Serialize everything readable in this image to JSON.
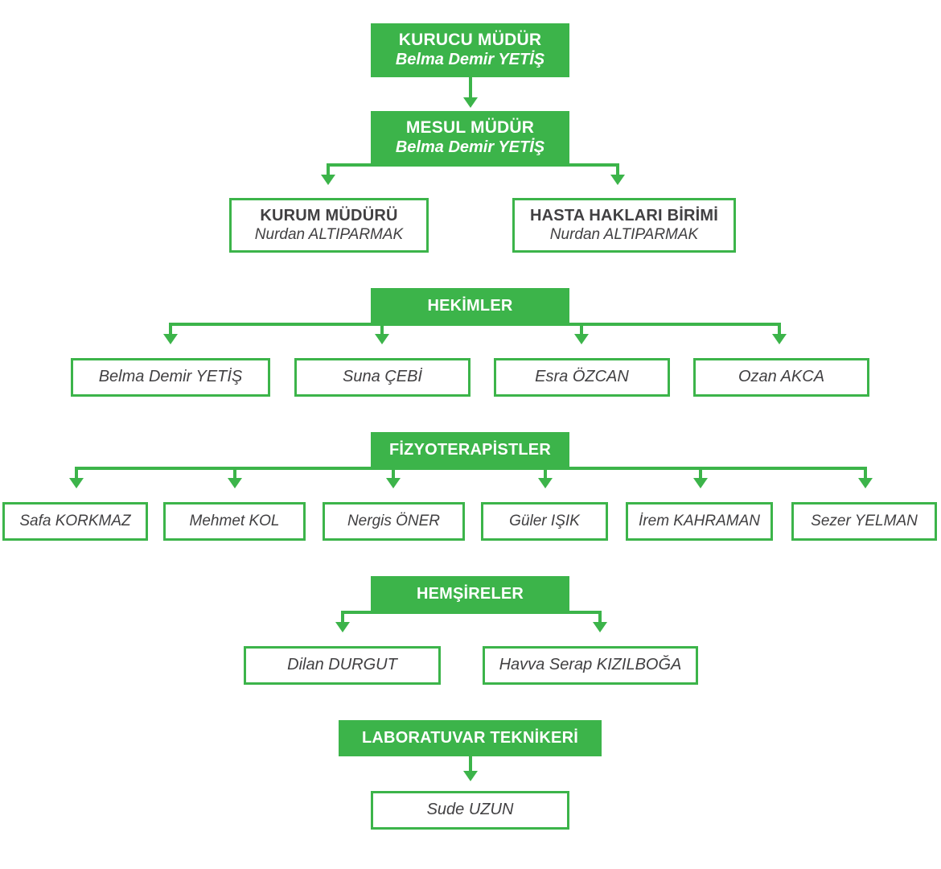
{
  "document": {
    "kind": "organization-chart",
    "language": "tr",
    "accent_color": "#3CB44A",
    "text_color": "#414042",
    "background_color": "#FFFFFF"
  },
  "levels": [
    {
      "id": "kurucu-mudur",
      "style": "filled",
      "title": "KURUCU MÜDÜR",
      "person": "Belma Demir YETİŞ"
    },
    {
      "id": "mesul-mudur",
      "style": "filled",
      "title": "MESUL MÜDÜR",
      "person": "Belma Demir YETİŞ"
    }
  ],
  "administration": {
    "boxes": [
      {
        "id": "kurum-muduru",
        "title": "KURUM MÜDÜRÜ",
        "person": "Nurdan ALTIPARMAK"
      },
      {
        "id": "hasta-haklari-birimi",
        "title": "HASTA HAKLARI BİRİMİ",
        "person": "Nurdan ALTIPARMAK"
      }
    ]
  },
  "groups": [
    {
      "id": "hekimler",
      "header": "HEKİMLER",
      "members": [
        "Belma Demir YETİŞ",
        "Suna ÇEBİ",
        "Esra ÖZCAN",
        "Ozan AKCA"
      ]
    },
    {
      "id": "fizyoterapistler",
      "header": "FİZYOTERAPİSTLER",
      "members": [
        "Safa KORKMAZ",
        "Mehmet KOL",
        "Nergis ÖNER",
        "Güler IŞIK",
        "İrem KAHRAMAN",
        "Sezer YELMAN"
      ]
    },
    {
      "id": "hemsireler",
      "header": "HEMŞİRELER",
      "members": [
        "Dilan DURGUT",
        "Havva Serap KIZILBOĞA"
      ]
    },
    {
      "id": "laboratuvar-teknikeri",
      "header": "LABORATUVAR TEKNİKERİ",
      "members": [
        "Sude UZUN"
      ]
    }
  ]
}
